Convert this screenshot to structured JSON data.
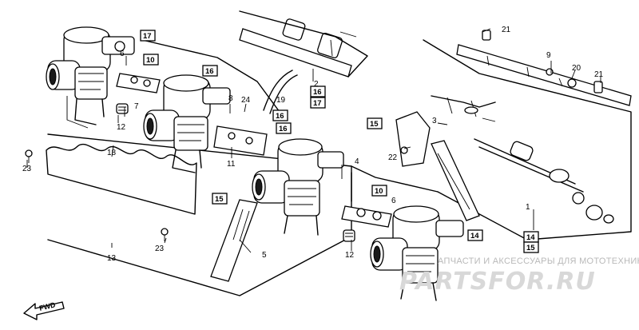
{
  "diagram": {
    "part_numbers": [
      "2",
      "3",
      "4",
      "5",
      "6",
      "6",
      "7",
      "8",
      "9",
      "11",
      "12",
      "12",
      "13",
      "18",
      "19",
      "20",
      "21",
      "21",
      "22",
      "23",
      "23",
      "24",
      "1"
    ],
    "boxed_numbers": [
      "17",
      "10",
      "16",
      "16",
      "17",
      "16",
      "15",
      "15",
      "10",
      "14",
      "14",
      "15",
      "16"
    ],
    "forward_indicator": "FWD",
    "watermark": {
      "caption": "АПЧАСТИ И АКСЕССУАРЫ ДЛЯ МОТОТЕХНИКИ",
      "logo": "PARTSFOR.RU"
    }
  }
}
